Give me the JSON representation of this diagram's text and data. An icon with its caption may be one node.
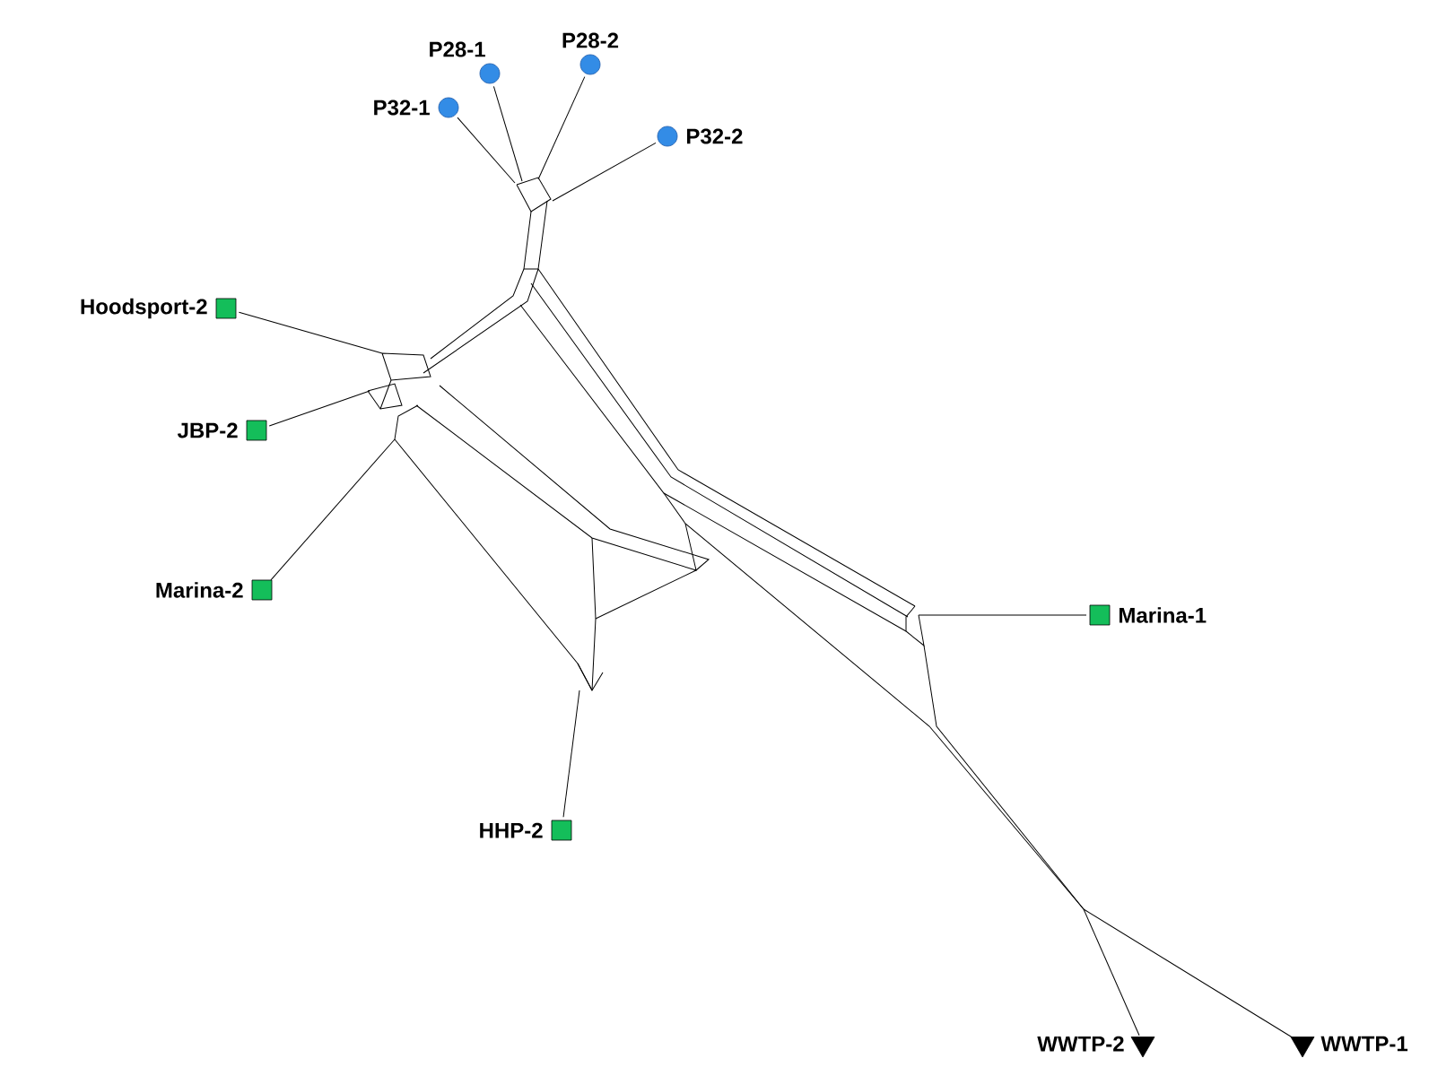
{
  "diagram": {
    "nodes": [
      {
        "text": [],
        "shape": "circle",
        "beside": [
          "P28-1"
        ]
      },
      {
        "text": [],
        "shape": "circle",
        "beside": [
          "P28-2"
        ]
      },
      {
        "text": [],
        "shape": "circle",
        "beside": [
          "P32-1"
        ]
      },
      {
        "text": [],
        "shape": "circle",
        "beside": [
          "P32-2"
        ]
      },
      {
        "text": [],
        "shape": "box",
        "beside": [
          "Hoodsport-2"
        ]
      },
      {
        "text": [],
        "shape": "box",
        "beside": [
          "JBP-2"
        ]
      },
      {
        "text": [],
        "shape": "box",
        "beside": [
          "Marina-2"
        ]
      },
      {
        "text": [],
        "shape": "box",
        "beside": [
          "Marina-1"
        ]
      },
      {
        "text": [],
        "shape": "box",
        "beside": [
          "HHP-2"
        ]
      },
      {
        "text": [],
        "shape": "triangle",
        "beside": [
          "WWTP-2"
        ]
      },
      {
        "text": [],
        "shape": "triangle",
        "beside": [
          "WWTP-1"
        ]
      }
    ]
  }
}
